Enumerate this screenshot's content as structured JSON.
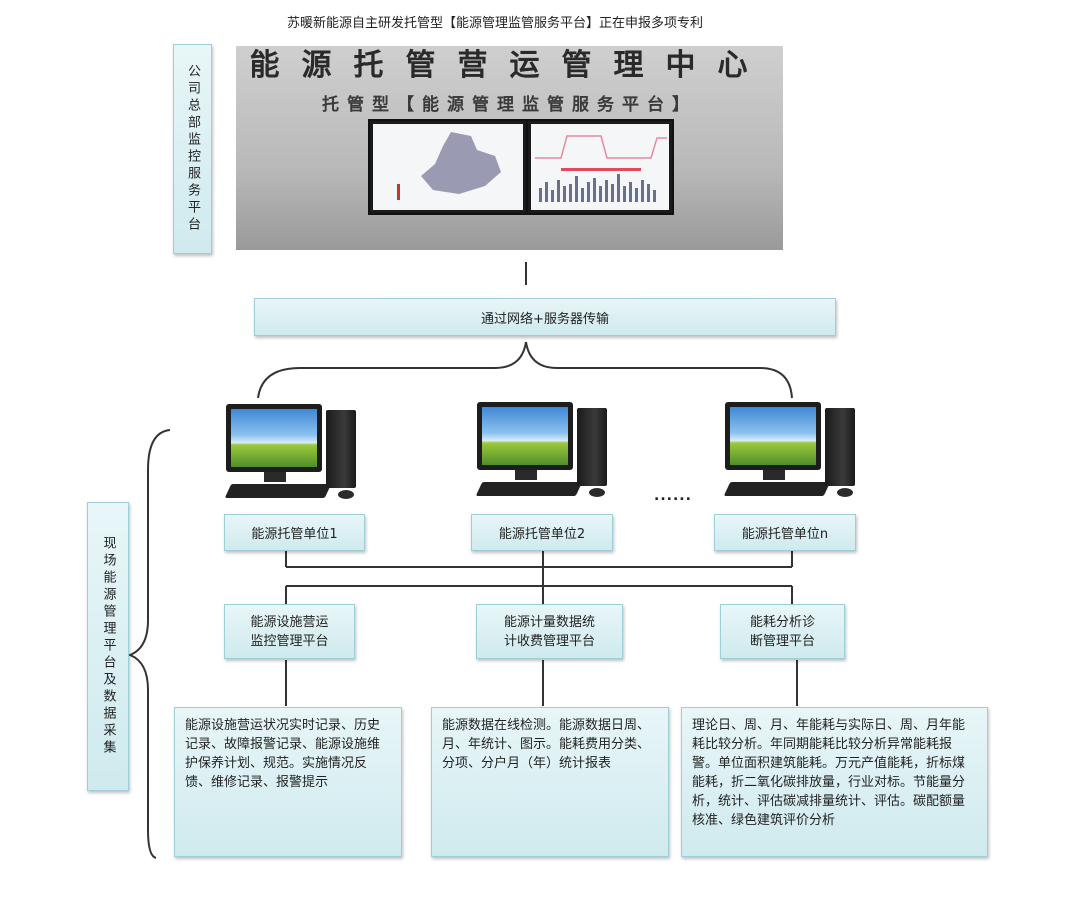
{
  "title": "苏暖新能源自主研发托管型【能源管理监管服务平台】正在申报多项专利",
  "hq_label": "公司总部监控服务平台",
  "photo": {
    "wall_line1": "能源托管营运管理中心",
    "wall_line2": "托管型【能源管理监管服务平台】"
  },
  "transmission": "通过网络+服务器传输",
  "units": [
    "能源托管单位1",
    "能源托管单位2",
    "能源托管单位n"
  ],
  "ellipsis": "......",
  "site_label": "现场能源管理平台及数据采集",
  "platforms": [
    {
      "line1": "能源设施营运",
      "line2": "监控管理平台"
    },
    {
      "line1": "能源计量数据统",
      "line2": "计收费管理平台"
    },
    {
      "line1": "能耗分析诊",
      "line2": "断管理平台"
    }
  ],
  "descriptions": [
    "能源设施营运状况实时记录、历史记录、故障报警记录、能源设施维护保养计划、规范。实施情况反馈、维修记录、报警提示",
    "能源数据在线检测。能源数据日周、月、年统计、图示。能耗费用分类、分项、分户月（年）统计报表",
    "理论日、周、月、年能耗与实际日、周、月年能耗比较分析。年同期能耗比较分析异常能耗报警。单位面积建筑能耗。万元产值能耗，折标煤能耗，折二氧化碳排放量，行业对标。节能量分析，统计、评估碳减排量统计、评估。碳配额量核准、绿色建筑评价分析"
  ]
}
